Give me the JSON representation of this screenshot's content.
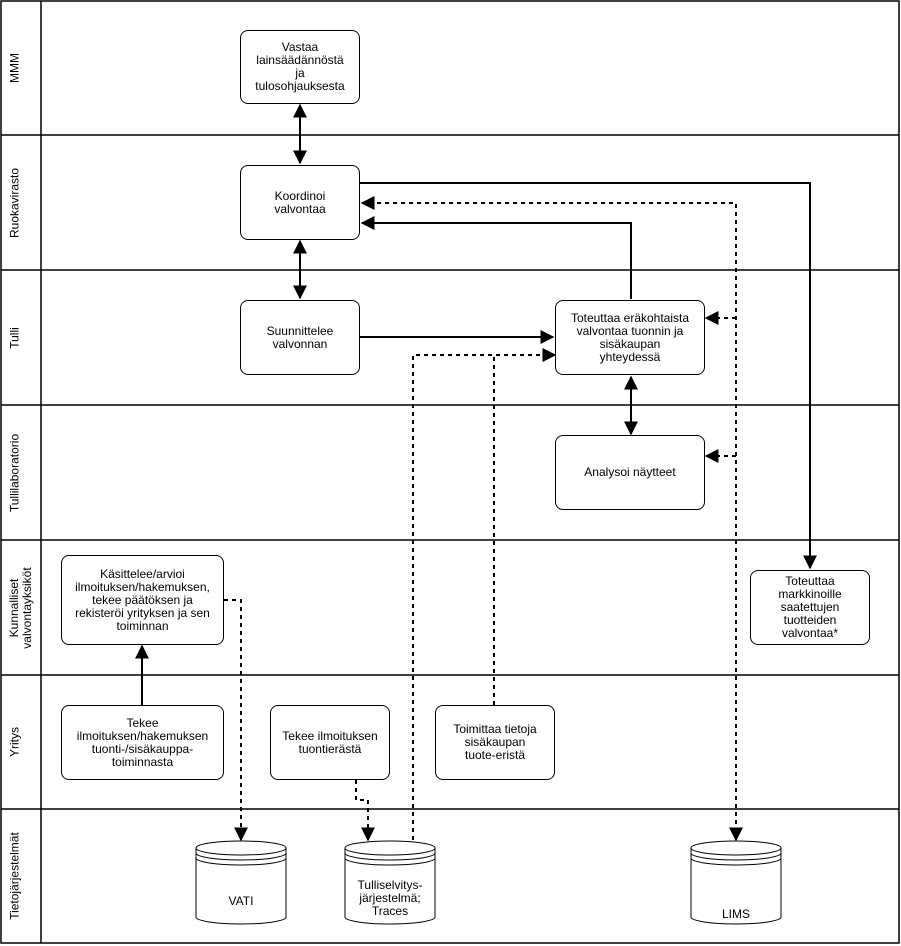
{
  "lanes": [
    {
      "label": "MMM"
    },
    {
      "label": "Ruokavirasto"
    },
    {
      "label": "Tulli"
    },
    {
      "label": "Tullilaboratorio"
    },
    {
      "label": "Kunnalliset\nvalvontayksiköt"
    },
    {
      "label": "Yritys"
    },
    {
      "label": "Tietojärjestelmät"
    }
  ],
  "boxes": {
    "mmm": "Vastaa\nlainsäädännöstä\nja\ntulosohjauksesta",
    "koordinoi": "Koordinoi\nvalvontaa",
    "suunnittelee": "Suunnittelee\nvalvonnan",
    "toteuttaa_era": "Toteuttaa eräkohtaista\nvalvontaa tuonnin ja\nsisäkaupan\nyhteydessä",
    "analysoi": "Analysoi näytteet",
    "kasittelee": "Käsittelee/arvioi\nilmoituksen/hakemuksen,\ntekee päätöksen ja\nrekisteröi yrityksen ja sen\ntoiminnan",
    "toteuttaa_markkinoille": "Toteuttaa\nmarkkinoille\nsaatettujen\ntuotteiden\nvalvontaa*",
    "tekee_ilmoituksen_hakemuksen": "Tekee\nilmoituksen/hakemuksen\ntuonti-/sisäkauppa-\ntoiminnasta",
    "tekee_ilmoituksen_tuonti": "Tekee ilmoituksen\ntuontierästä",
    "toimittaa": "Toimittaa tietoja\nsisäkaupan\ntuote-eristä"
  },
  "databases": {
    "vati": "VATI",
    "tulliselvitys": "Tulliselvitys-\njärjestelmä;\nTraces",
    "lims": "LIMS"
  }
}
